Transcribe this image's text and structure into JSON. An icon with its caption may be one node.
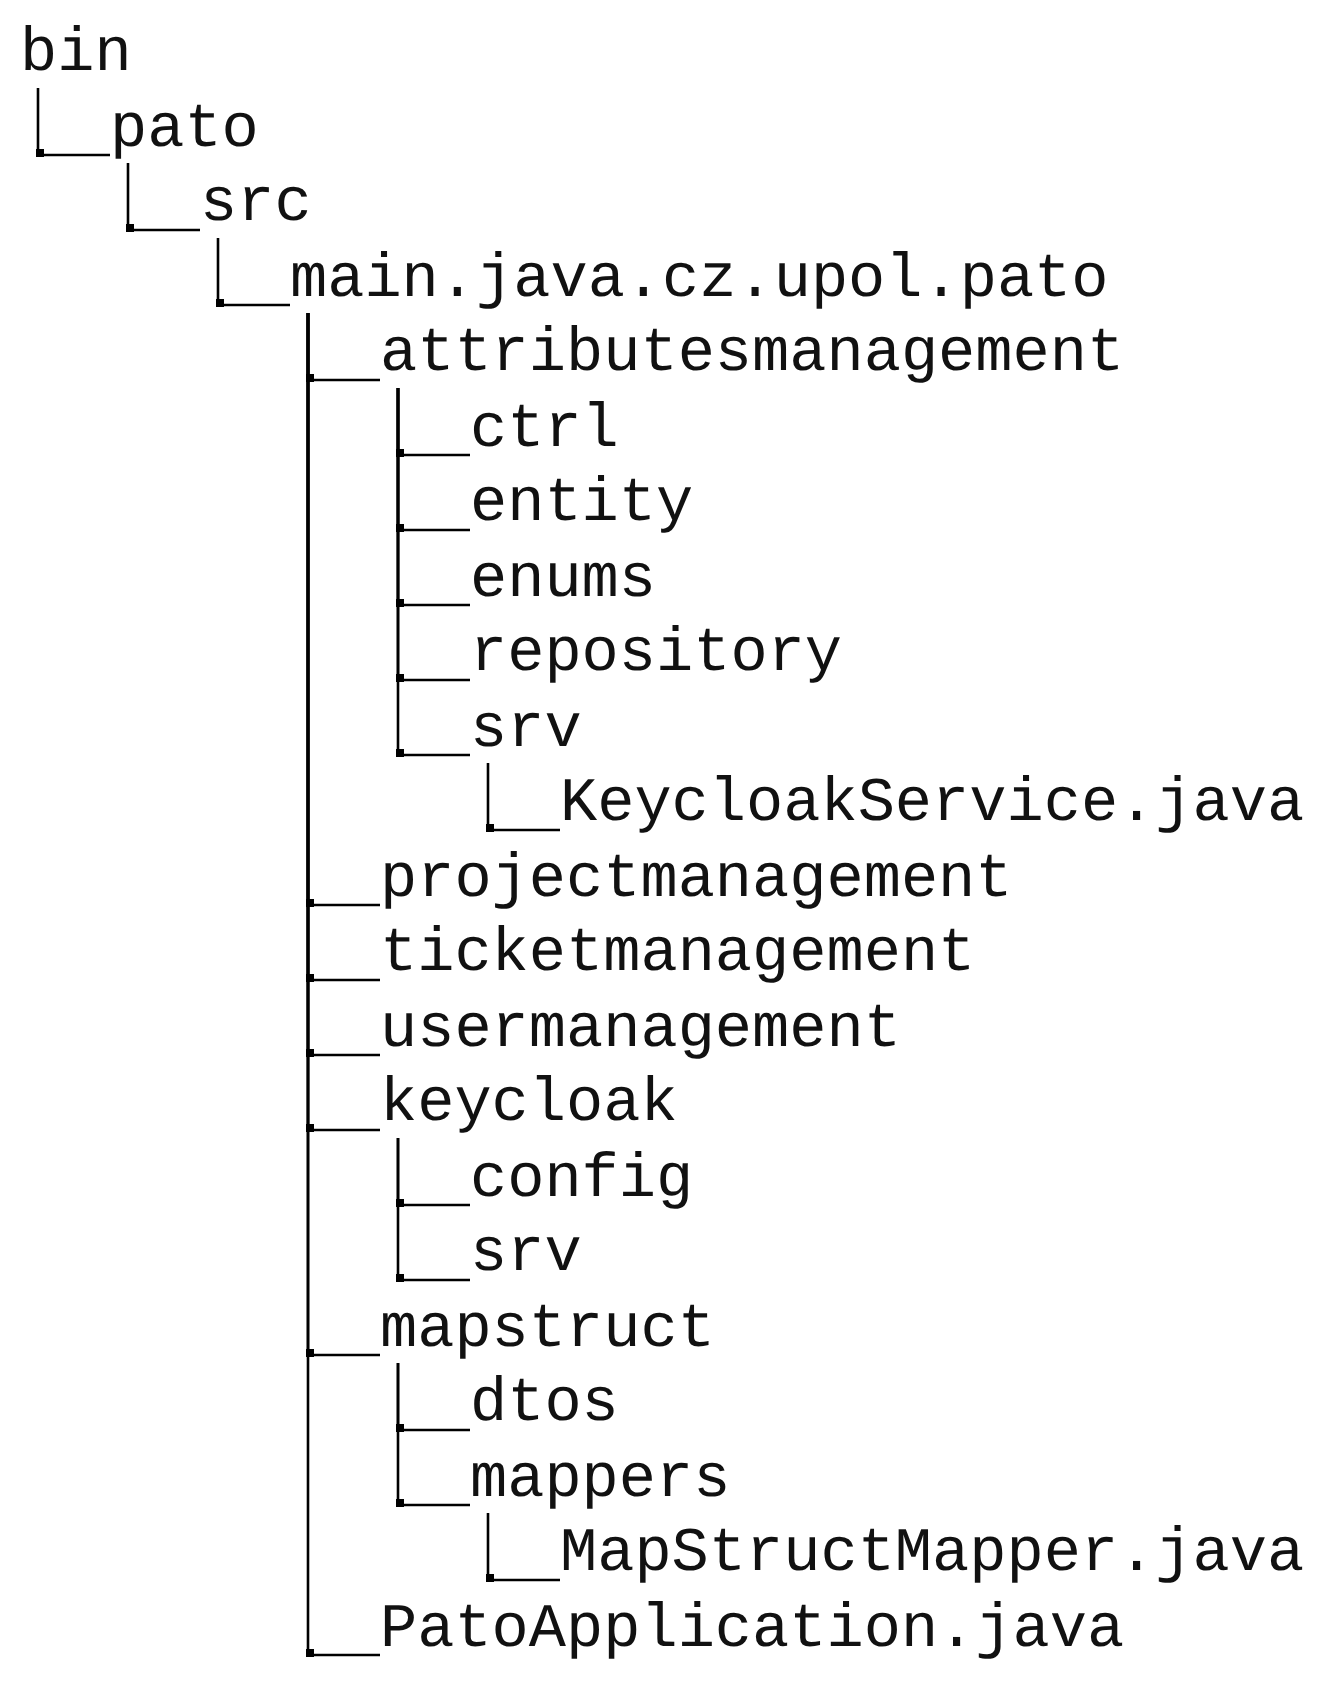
{
  "diagram": {
    "nodes": [
      {
        "text": [
          "bin"
        ]
      },
      {
        "text": [
          "pato"
        ]
      },
      {
        "text": [
          "src"
        ]
      },
      {
        "text": [
          "main.java.cz.upol.pato"
        ]
      },
      {
        "text": [
          "attributesmanagement"
        ]
      },
      {
        "text": [
          "ctrl"
        ]
      },
      {
        "text": [
          "entity"
        ]
      },
      {
        "text": [
          "enums"
        ]
      },
      {
        "text": [
          "repository"
        ]
      },
      {
        "text": [
          "srv"
        ]
      },
      {
        "text": [
          "KeycloakService.java"
        ]
      },
      {
        "text": [
          "projectmanagement"
        ]
      },
      {
        "text": [
          "ticketmanagement"
        ]
      },
      {
        "text": [
          "usermanagement"
        ]
      },
      {
        "text": [
          "keycloak"
        ]
      },
      {
        "text": [
          "config"
        ]
      },
      {
        "text": [
          "srv"
        ]
      },
      {
        "text": [
          "mapstruct"
        ]
      },
      {
        "text": [
          "dtos"
        ]
      },
      {
        "text": [
          "mappers"
        ]
      },
      {
        "text": [
          "MapStructMapper.java"
        ]
      },
      {
        "text": [
          "PatoApplication.java"
        ]
      }
    ],
    "edges": [
      {
        "from": 0,
        "to": 1,
        "arrow": "none"
      },
      {
        "from": 1,
        "to": 2,
        "arrow": "none"
      },
      {
        "from": 2,
        "to": 3,
        "arrow": "none"
      },
      {
        "from": 3,
        "to": 4,
        "arrow": "none"
      },
      {
        "from": 4,
        "to": 5,
        "arrow": "none"
      },
      {
        "from": 4,
        "to": 6,
        "arrow": "none"
      },
      {
        "from": 4,
        "to": 7,
        "arrow": "none"
      },
      {
        "from": 4,
        "to": 8,
        "arrow": "none"
      },
      {
        "from": 4,
        "to": 9,
        "arrow": "none"
      },
      {
        "from": 9,
        "to": 10,
        "arrow": "none"
      },
      {
        "from": 3,
        "to": 11,
        "arrow": "none"
      },
      {
        "from": 3,
        "to": 12,
        "arrow": "none"
      },
      {
        "from": 3,
        "to": 13,
        "arrow": "none"
      },
      {
        "from": 3,
        "to": 14,
        "arrow": "none"
      },
      {
        "from": 14,
        "to": 15,
        "arrow": "none"
      },
      {
        "from": 14,
        "to": 16,
        "arrow": "none"
      },
      {
        "from": 3,
        "to": 17,
        "arrow": "none"
      },
      {
        "from": 17,
        "to": 18,
        "arrow": "none"
      },
      {
        "from": 17,
        "to": 19,
        "arrow": "none"
      },
      {
        "from": 19,
        "to": 20,
        "arrow": "none"
      },
      {
        "from": 3,
        "to": 21,
        "arrow": "none"
      }
    ]
  }
}
